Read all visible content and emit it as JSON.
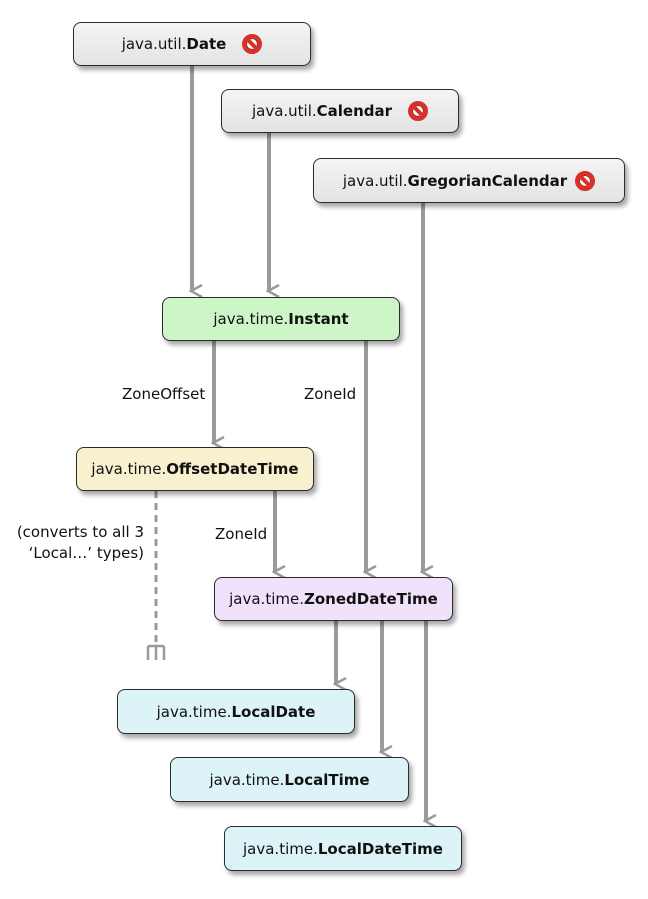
{
  "nodes": {
    "date": {
      "pkg": "java.util.",
      "cls": "Date",
      "deprecated": true
    },
    "calendar": {
      "pkg": "java.util.",
      "cls": "Calendar",
      "deprecated": true
    },
    "gregorian": {
      "pkg": "java.util.",
      "cls": "GregorianCalendar",
      "deprecated": true
    },
    "instant": {
      "pkg": "java.time.",
      "cls": "Instant"
    },
    "offset": {
      "pkg": "java.time.",
      "cls": "OffsetDateTime"
    },
    "zoned": {
      "pkg": "java.time.",
      "cls": "ZonedDateTime"
    },
    "localdate": {
      "pkg": "java.time.",
      "cls": "LocalDate"
    },
    "localtime": {
      "pkg": "java.time.",
      "cls": "LocalTime"
    },
    "localdatetime": {
      "pkg": "java.time.",
      "cls": "LocalDateTime"
    }
  },
  "edge_labels": {
    "zoneoffset": "ZoneOffset",
    "zoneid_instant": "ZoneId",
    "zoneid_offset": "ZoneId"
  },
  "note": {
    "line1": "(converts to all 3",
    "line2": "‘Local…’ types)"
  },
  "colors": {
    "arrow": "#9a9a9a",
    "util_fill": "#e8e8e8",
    "instant_fill": "#cdf5c8",
    "offset_fill": "#f8f1cf",
    "zoned_fill": "#f1e2fb",
    "local_fill": "#dcf4f7",
    "forbidden": "#d9302a"
  },
  "icons": {
    "deprecated": "forbidden-sign-icon"
  }
}
